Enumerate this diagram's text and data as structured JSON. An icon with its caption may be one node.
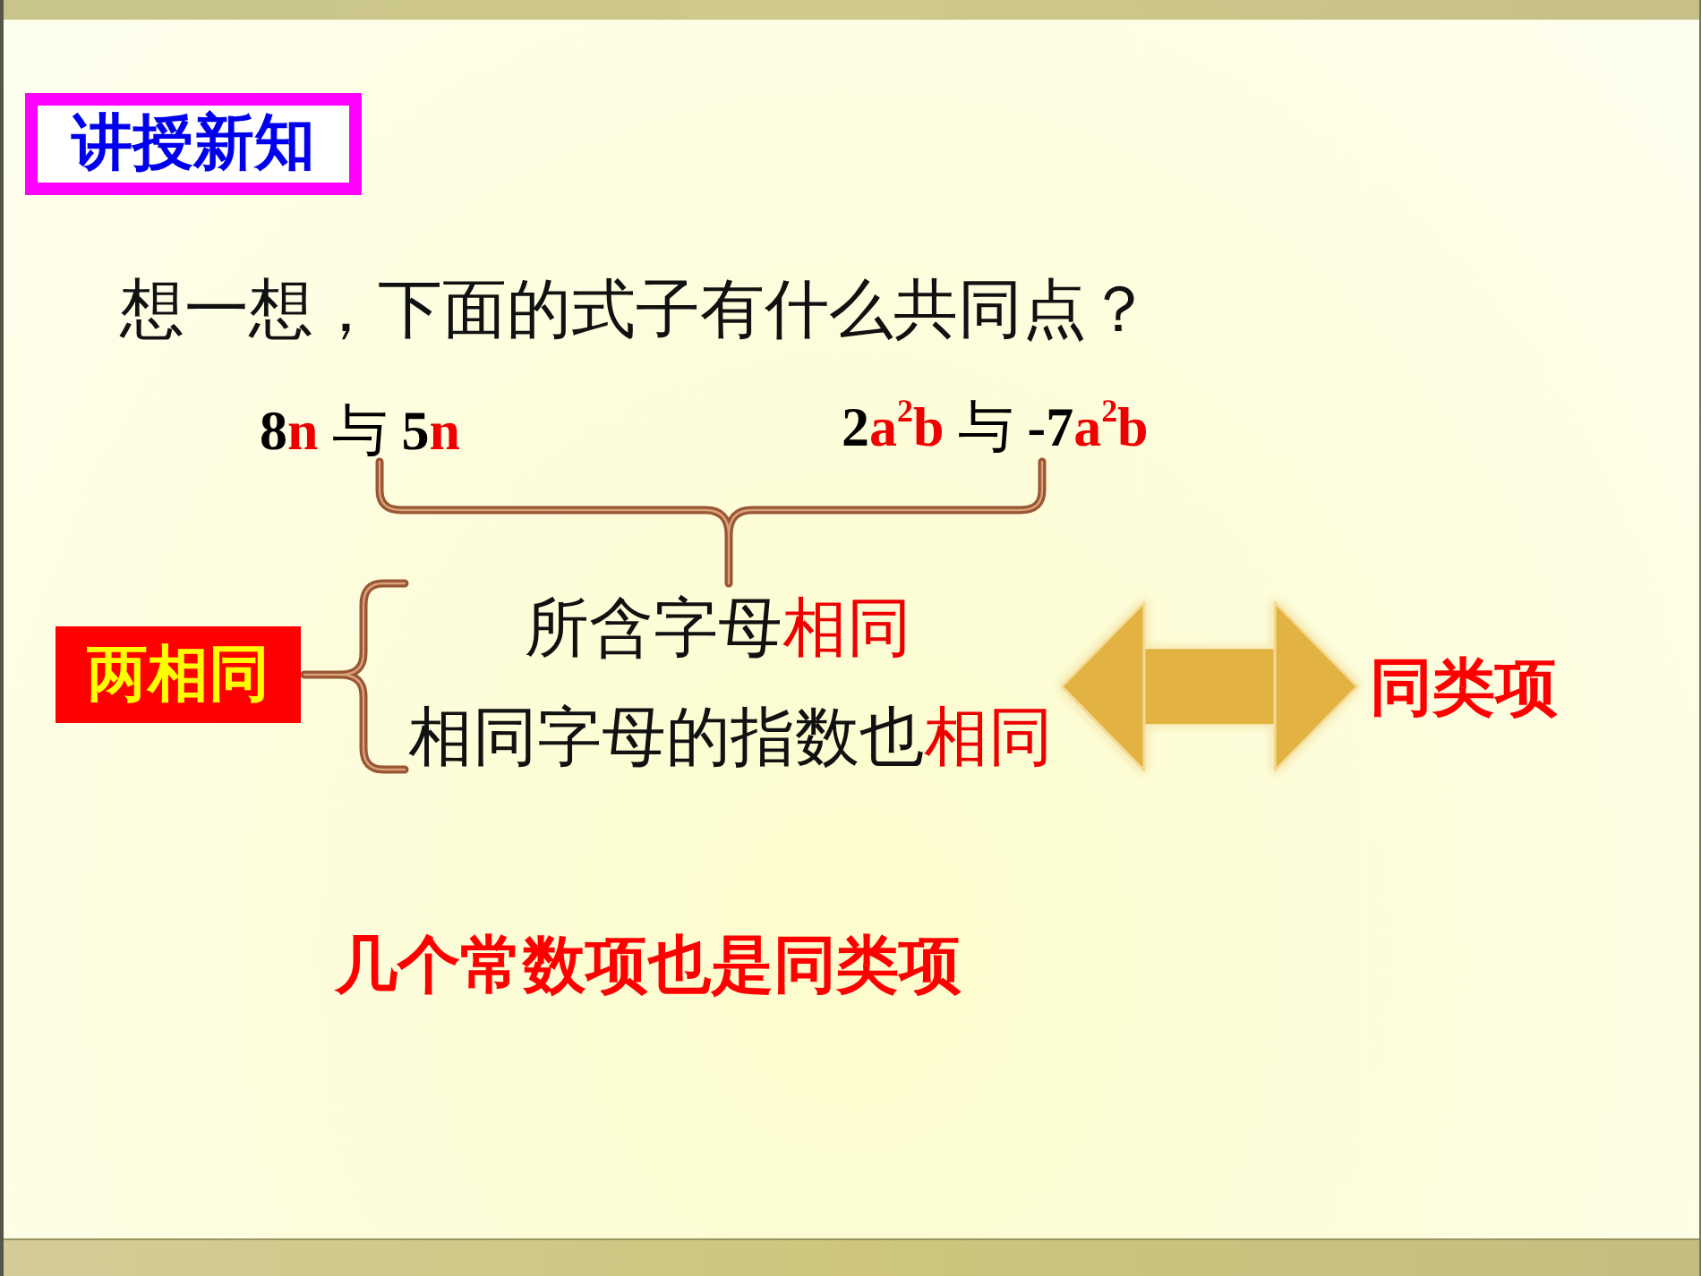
{
  "diagram": {
    "nodes": [
      {
        "text": [
          "讲授新知"
        ]
      },
      {
        "text": [
          "两相同"
        ]
      },
      {
        "text": [
          "所含字母相同"
        ]
      },
      {
        "text": [
          "相同字母的指数也相同"
        ]
      },
      {
        "text": [
          "同类项"
        ]
      }
    ],
    "edges": [
      {
        "from": 2,
        "to": 4,
        "arrow": "both"
      },
      {
        "from": 3,
        "to": 4,
        "arrow": "both"
      }
    ],
    "labels": [
      "想一想，下面的式子有什么共同点？",
      "8n 与 5n",
      "2a$^{2}$b 与 -7a$^{2}$b",
      "几个常数项也是同类项"
    ]
  }
}
